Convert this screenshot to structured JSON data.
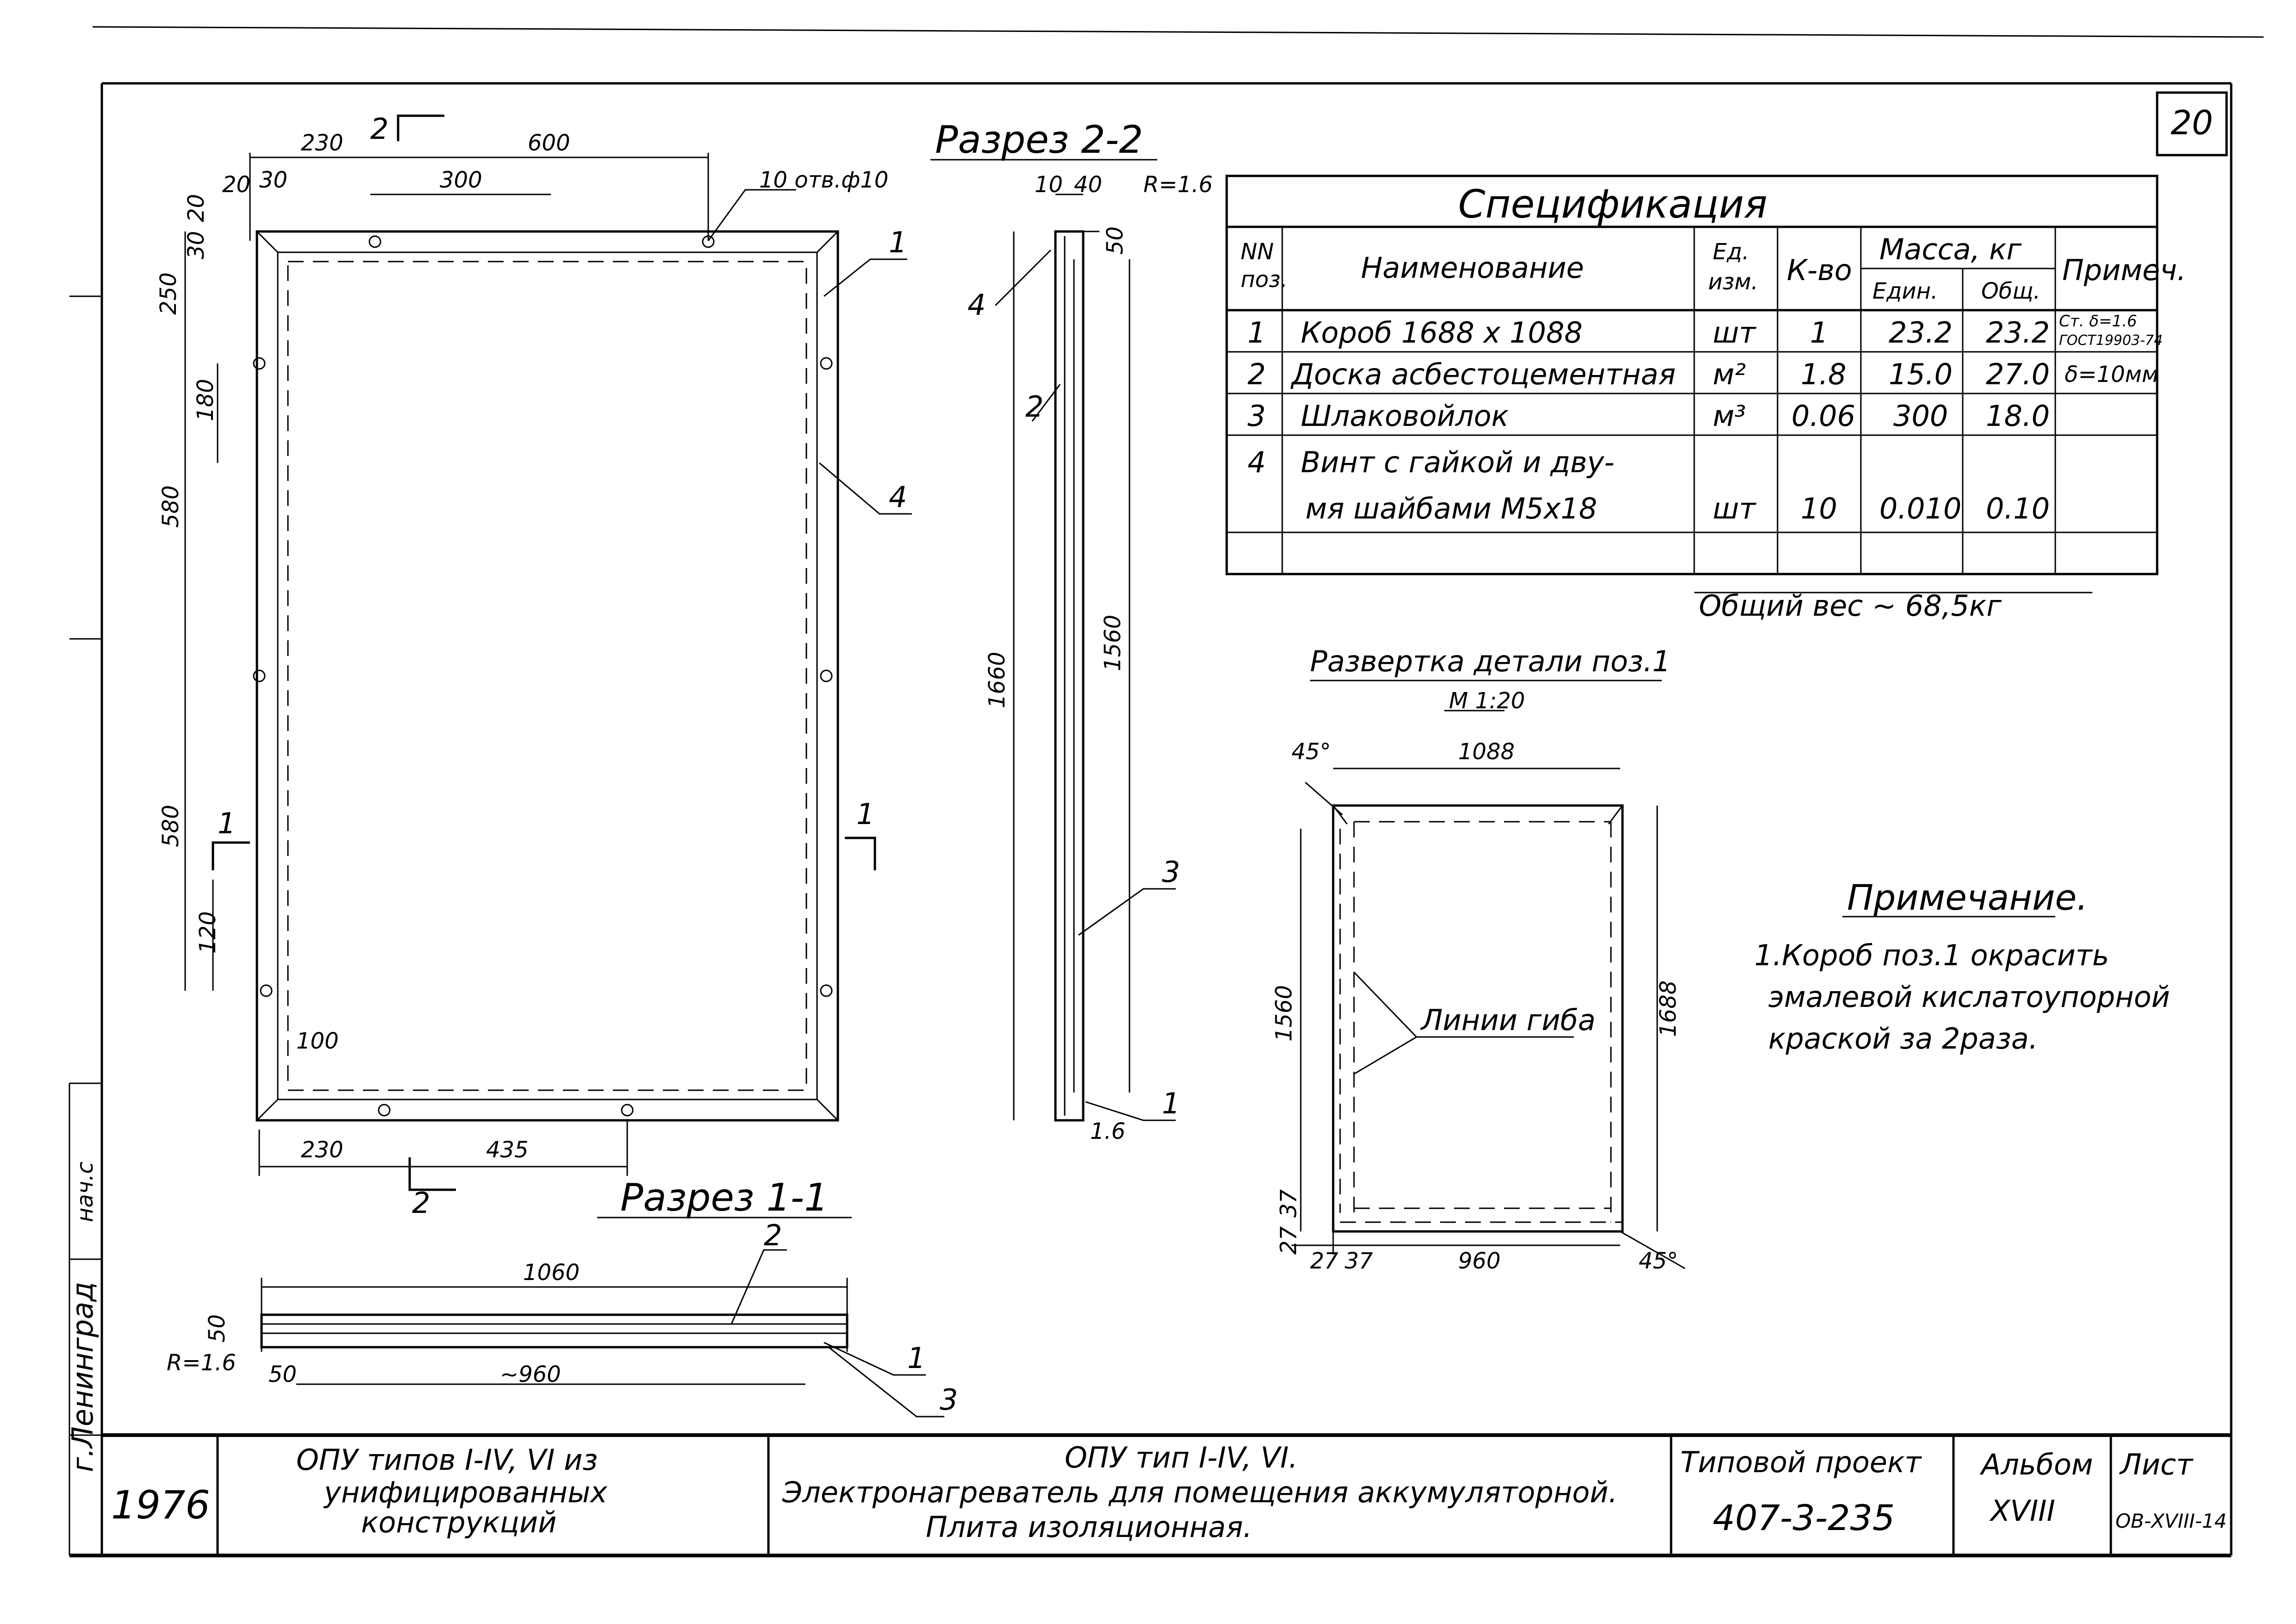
{
  "sheet": {
    "number": "20",
    "binding": {
      "city": "г.Ленинград",
      "nach": "нач.с"
    }
  },
  "plan": {
    "section_mark": "2",
    "dims_top": [
      "230",
      "600",
      "300",
      "20",
      "30"
    ],
    "dims_left": [
      "20",
      "30",
      "250",
      "180",
      "580",
      "580",
      "120"
    ],
    "dims_bottom": [
      "230",
      "435",
      "100"
    ],
    "hole_note": "10 отв.ф10",
    "section1_mark": "1",
    "callouts": [
      "1",
      "4"
    ]
  },
  "section22": {
    "title": "Разрез 2-2",
    "dims_top": [
      "10",
      "40",
      "R=1.6",
      "50"
    ],
    "dims_height": [
      "1660",
      "1560"
    ],
    "dim_bottom": "1.6",
    "callouts": [
      "4",
      "2",
      "3",
      "1"
    ]
  },
  "section11": {
    "title": "Разрез 1-1",
    "dims": [
      "1060",
      "50",
      "R=1.6",
      "50",
      "~960"
    ],
    "callouts": [
      "2",
      "1",
      "3"
    ]
  },
  "spec": {
    "title": "Спецификация",
    "headers": {
      "num": [
        "NN",
        "поз."
      ],
      "name": "Наименование",
      "unit": [
        "Ед.",
        "изм."
      ],
      "qty": "К-во",
      "mass": "Масса, кг",
      "mass_unit": "Един.",
      "mass_total": "Общ.",
      "note": "Примеч."
    },
    "rows": [
      {
        "pos": "1",
        "name": "Короб 1688 х 1088",
        "unit": "шт",
        "qty": "1",
        "m1": "23.2",
        "mt": "23.2",
        "note": "Ст. δ=1.6",
        "note2": "ГОСТ19903-74"
      },
      {
        "pos": "2",
        "name": "Доска асбестоцементная",
        "unit": "м²",
        "qty": "1.8",
        "m1": "15.0",
        "mt": "27.0",
        "note": "δ=10мм",
        "note2": ""
      },
      {
        "pos": "3",
        "name": "Шлаковойлок",
        "unit": "м³",
        "qty": "0.06",
        "m1": "300",
        "mt": "18.0",
        "note": "",
        "note2": ""
      },
      {
        "pos": "4",
        "name": "Винт с гайкой и дву-",
        "unit": "",
        "qty": "",
        "m1": "",
        "mt": "",
        "note": "",
        "note2": ""
      },
      {
        "pos": "",
        "name": "мя шайбами М5х18",
        "unit": "шт",
        "qty": "10",
        "m1": "0.010",
        "mt": "0.10",
        "note": "",
        "note2": ""
      }
    ],
    "total": "Общий вес ~ 68,5кг"
  },
  "development": {
    "title": "Развертка детали поз.1",
    "scale": "М 1:20",
    "dims": [
      "45°",
      "1088",
      "1560",
      "1688",
      "27",
      "37",
      "27",
      "37",
      "960",
      "45°"
    ],
    "bend_label": "Линии гиба"
  },
  "note": {
    "title": "Примечание.",
    "lines": [
      "1.Короб поз.1 окрасить",
      "эмалевой кислатоупорной",
      "краской за 2раза."
    ]
  },
  "title_block": {
    "year": "1976",
    "project_name": [
      "ОПУ типов I-IV, VI из",
      "унифицированных",
      "конструкций"
    ],
    "drawing_name": [
      "ОПУ тип I-IV, VI.",
      "Электронагреватель для помещения аккумуляторной.",
      "Плита изоляционная."
    ],
    "typical_project_label": "Типовой проект",
    "typical_project_num": "407-3-235",
    "album_label": "Альбом",
    "album_num": "XVIII",
    "sheet_label": "Лист",
    "sheet_code": "ОВ-XVIII-14"
  }
}
